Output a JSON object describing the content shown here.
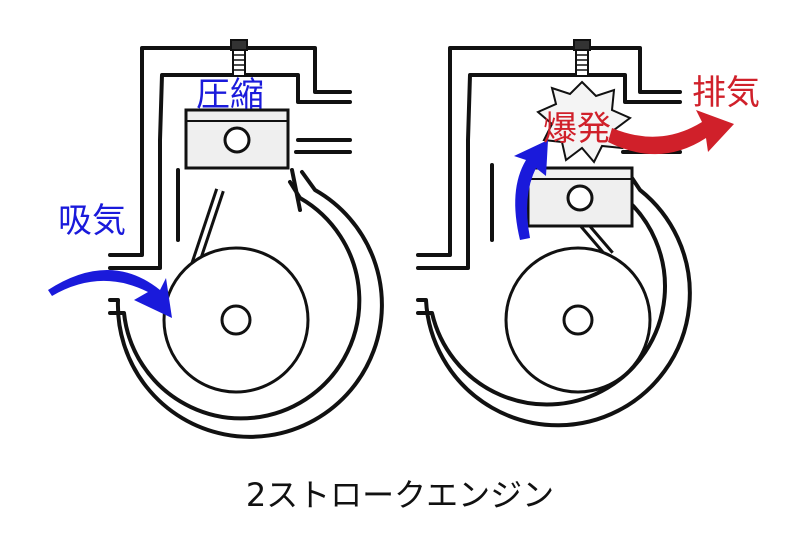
{
  "labels": {
    "intake": "吸気",
    "compression": "圧縮",
    "combustion": "爆発",
    "exhaust": "排気"
  },
  "caption": "2ストロークエンジン",
  "colors": {
    "intake": "#1a1adb",
    "compression": "#1a1adb",
    "combustion": "#d0202a",
    "exhaust": "#d0202a",
    "outline": "#111111",
    "piston": "#efefef"
  }
}
